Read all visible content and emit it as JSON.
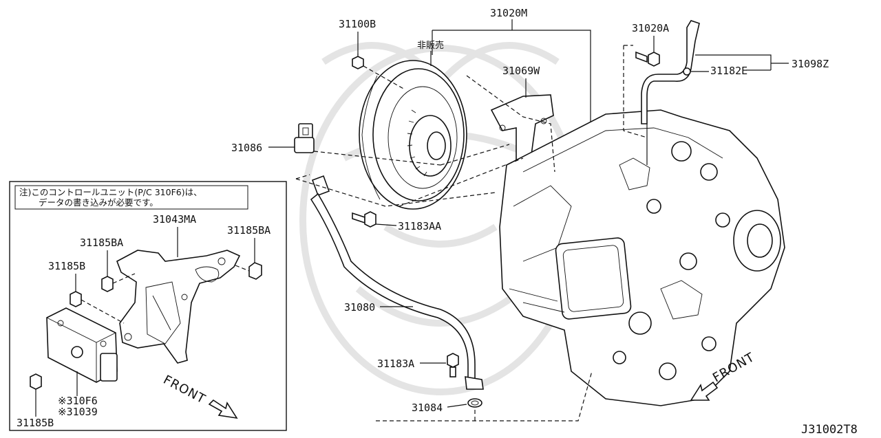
{
  "diagram": {
    "labels": {
      "p31100B": "31100B",
      "p31020M": "31020M",
      "not_for_sale": "非販売",
      "p31020A": "31020A",
      "p31069W": "31069W",
      "p31182E": "31182E",
      "p31098Z": "31098Z",
      "p31086": "31086",
      "p31183AA": "31183AA",
      "p31080": "31080",
      "p31183A": "31183A",
      "p31084": "31084",
      "p31043MA": "31043MA",
      "p31185BA_left": "31185BA",
      "p31185BA_right": "31185BA",
      "p31185B_upper": "31185B",
      "p31185B_lower": "31185B",
      "p310F6": "※310F6",
      "p31039": "※31039",
      "front_main": "FRONT",
      "front_inset": "FRONT",
      "drawing_code": "J31002T8"
    },
    "inset_note": {
      "line1": "注)このコントロールユニット(P/C 310F6)は、",
      "line2": "データの書き込みが必要です。"
    }
  }
}
